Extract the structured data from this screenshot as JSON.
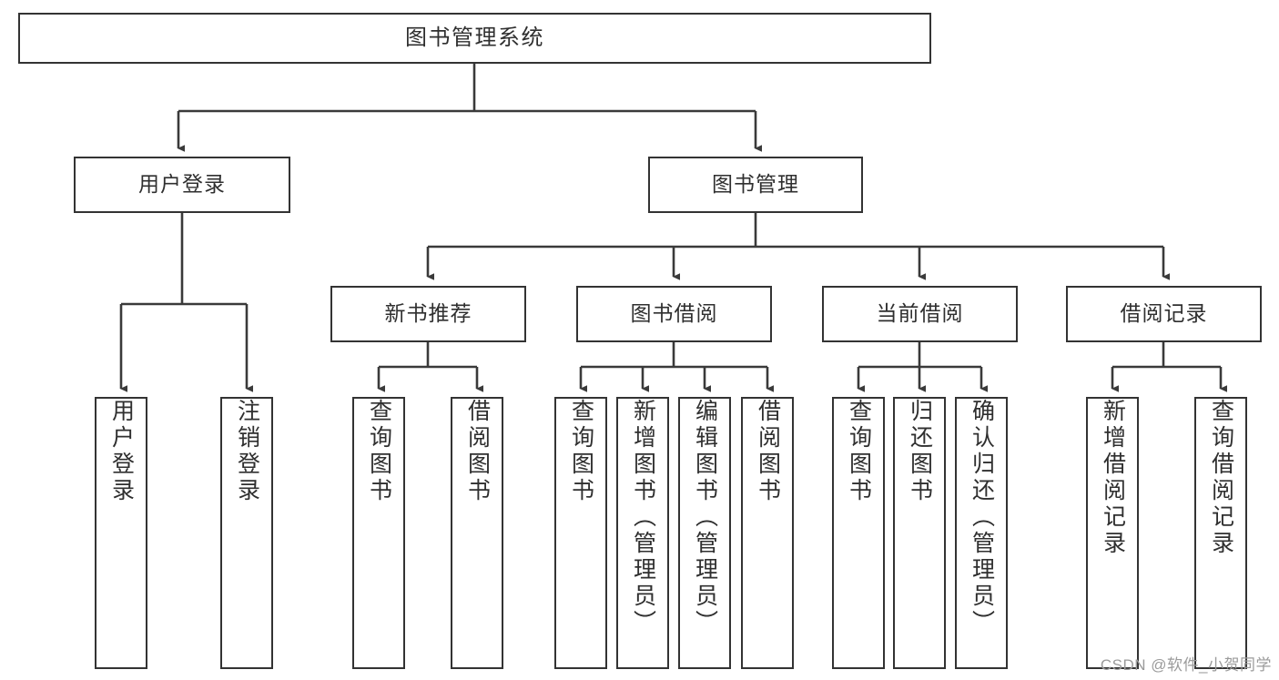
{
  "diagram": {
    "title": "图书管理系统",
    "type": "tree-hierarchy-chart",
    "root": {
      "id": "root",
      "label": "图书管理系统"
    },
    "level2": [
      {
        "id": "user-login",
        "label": "用户登录"
      },
      {
        "id": "book-manage",
        "label": "图书管理"
      }
    ],
    "level3": [
      {
        "id": "new-book-recommend",
        "label": "新书推荐"
      },
      {
        "id": "book-borrow",
        "label": "图书借阅"
      },
      {
        "id": "current-borrow",
        "label": "当前借阅"
      },
      {
        "id": "borrow-record",
        "label": "借阅记录"
      }
    ],
    "leaves": {
      "user-login": [
        {
          "id": "leaf-user-login",
          "label": "用户登录"
        },
        {
          "id": "leaf-logout-login",
          "label": "注销登录"
        }
      ],
      "new-book-recommend": [
        {
          "id": "leaf-query-book-1",
          "label": "查询图书"
        },
        {
          "id": "leaf-borrow-book-1",
          "label": "借阅图书"
        }
      ],
      "book-borrow": [
        {
          "id": "leaf-query-book-2",
          "label": "查询图书"
        },
        {
          "id": "leaf-add-book",
          "label": "新增图书（管理员）"
        },
        {
          "id": "leaf-edit-book",
          "label": "编辑图书（管理员）"
        },
        {
          "id": "leaf-borrow-book-2",
          "label": "借阅图书"
        }
      ],
      "current-borrow": [
        {
          "id": "leaf-query-book-3",
          "label": "查询图书"
        },
        {
          "id": "leaf-return-book",
          "label": "归还图书"
        },
        {
          "id": "leaf-confirm-return",
          "label": "确认归还（管理员）"
        }
      ],
      "borrow-record": [
        {
          "id": "leaf-add-record",
          "label": "新增借阅记录"
        },
        {
          "id": "leaf-query-record",
          "label": "查询借阅记录"
        }
      ]
    },
    "colors": {
      "border": "#333333",
      "text": "#2f2f2f",
      "background": "#ffffff",
      "connector": "#3a3a3a",
      "watermark": "#9b9b9b"
    }
  },
  "watermark": {
    "text": "CSDN @软件_小贺同学"
  }
}
